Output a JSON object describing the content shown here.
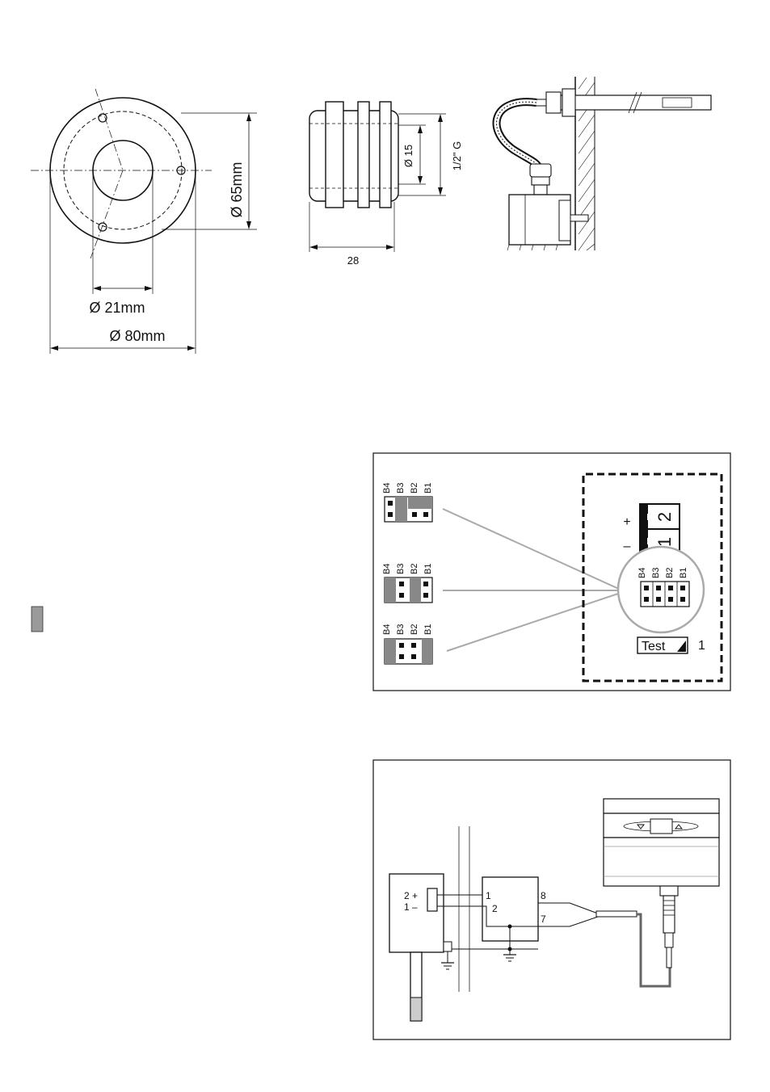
{
  "dimensions": {
    "outer_diameter": "Ø 80mm",
    "hole_circle": "Ø 65mm",
    "inner_diameter": "Ø 21mm",
    "thread": "1/2\" G",
    "shaft_diameter": "Ø 15",
    "length": "28"
  },
  "jumper_panel": {
    "pin_labels": [
      "B4",
      "B3",
      "B2",
      "B1"
    ],
    "terminal_plus": "+",
    "terminal_minus": "–",
    "terminal_2": "2",
    "terminal_1": "1",
    "test_label": "Test",
    "test_number": "1"
  },
  "wiring": {
    "sensor_plus": "2 +",
    "sensor_minus": "1 –",
    "module_t1": "1",
    "module_t2": "2",
    "module_t8": "8",
    "module_t7": "7"
  }
}
